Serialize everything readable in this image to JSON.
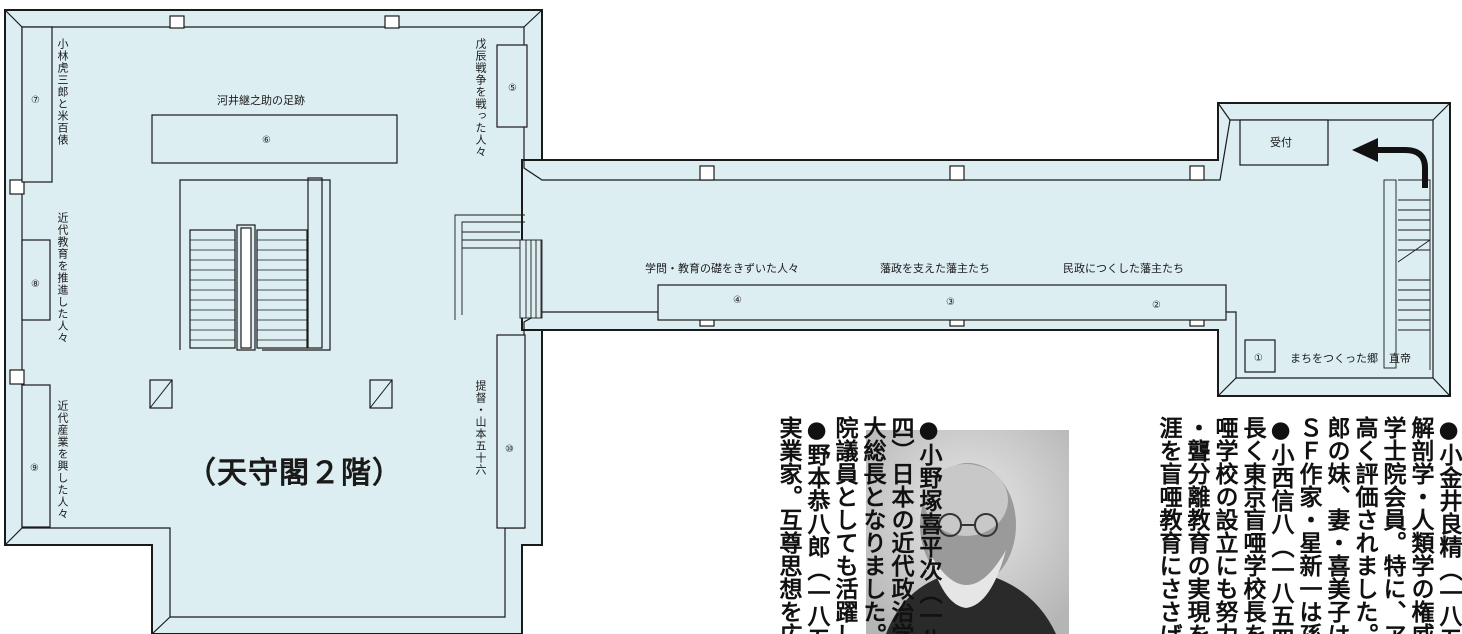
{
  "floor_title": "（天守閣２階）",
  "colors": {
    "floor_fill": "#ddeef2",
    "wall": "#1a1a1a",
    "paper": "#ffffff"
  },
  "zones": {
    "z1": "まちをつくった郷　直帝",
    "z2": "民政につくした藩主たち",
    "z3": "藩政を支えた藩主たち",
    "z4": "学問・教育の礎をきずいた人々",
    "z6": "河井継之助の足跡",
    "z5": "戊辰戦争を戦った人々",
    "z7": "小林虎三郎と米百俵",
    "z8": "近代教育を推進した人々",
    "z9": "近代産業を興した人々",
    "z10": "提督・山本五十六",
    "reception": "受付"
  },
  "badges": {
    "b1": "①",
    "b2": "②",
    "b3": "③",
    "b4": "④",
    "b5": "⑤",
    "b6": "⑥",
    "b7": "⑦",
    "b8": "⑧",
    "b9": "⑨",
    "b10": "⑩"
  },
  "icons": {
    "route_arrow": "curved-arrow-left-icon",
    "portrait": "portrait-photo"
  },
  "text_columns": [
    "●小金井良精（一八五",
    "解剖学・人類学の権威",
    "学士院会員。特に、ア",
    "高く評価されました。",
    "郎の妹、妻・喜美子は",
    "ＳＦ作家・星新一は孫",
    "●小西信八（一八五四",
    "長く東京盲唖学校長を",
    "唖学校の設立にも努力",
    "・聾分離教育の実現を",
    "涯を盲唖教育にささげ",
    "●小野塚喜平次（一八",
    "四）日本の近代政治学",
    "大総長となりました。",
    "院議員としても活躍し",
    "●野本恭八郎（一八五",
    "実業家。互尊思想を広"
  ]
}
